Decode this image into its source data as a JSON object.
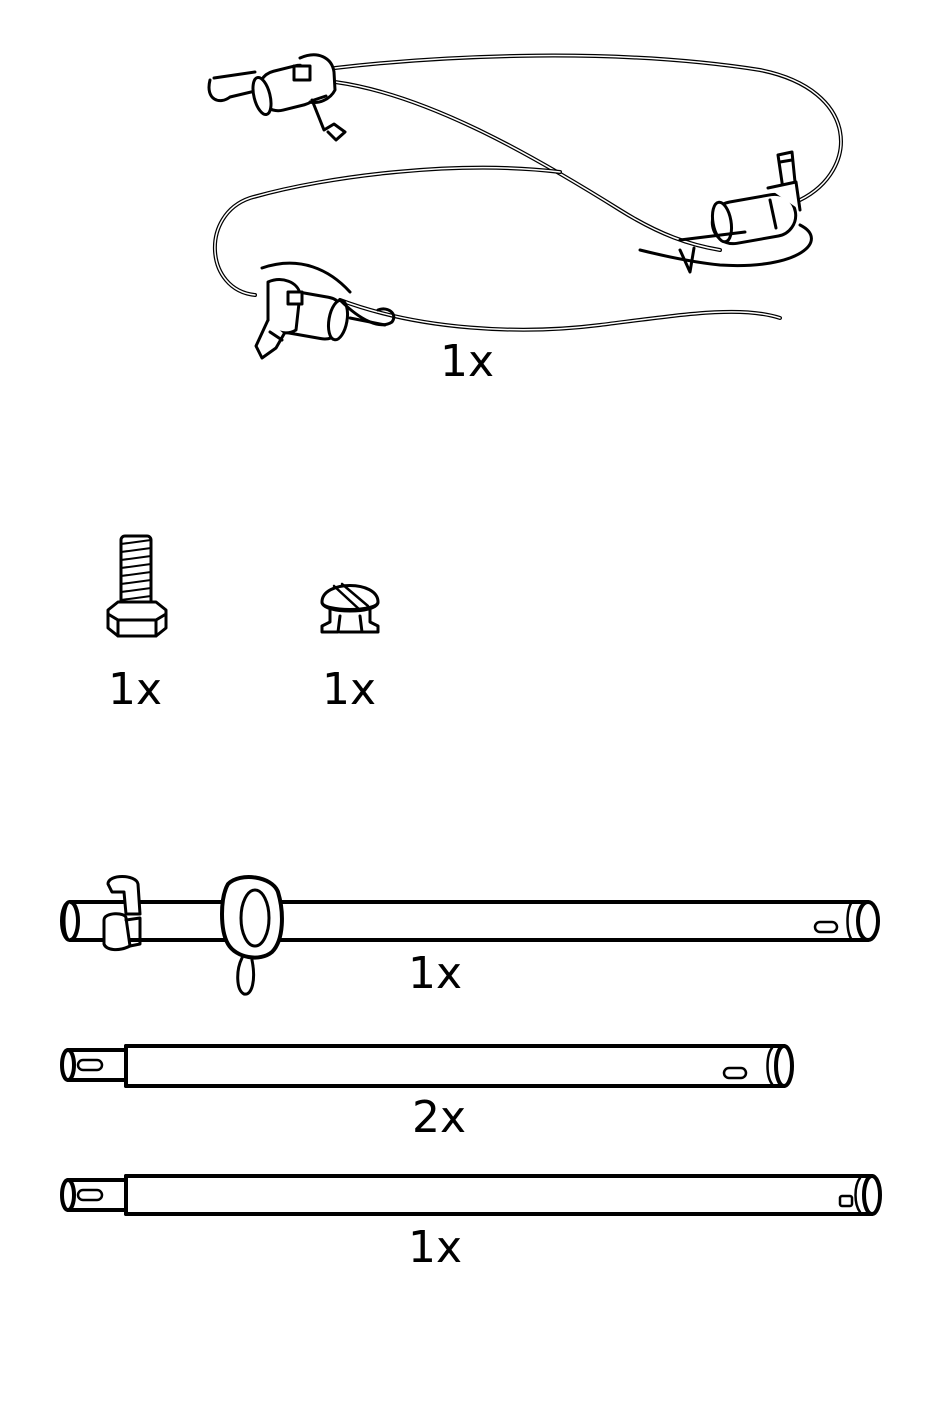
{
  "parts": [
    {
      "id": "cord-set",
      "icon": "lamp-cord-with-sockets-icon",
      "quantity": "1x"
    },
    {
      "id": "bolt",
      "icon": "hex-bolt-icon",
      "quantity": "1x"
    },
    {
      "id": "cap",
      "icon": "snap-cap-icon",
      "quantity": "1x"
    },
    {
      "id": "rod-with-rings",
      "icon": "tube-with-clips-icon",
      "quantity": "1x"
    },
    {
      "id": "rod-medium",
      "icon": "tube-segment-icon",
      "quantity": "2x"
    },
    {
      "id": "rod-long",
      "icon": "tube-segment-icon",
      "quantity": "1x"
    }
  ]
}
